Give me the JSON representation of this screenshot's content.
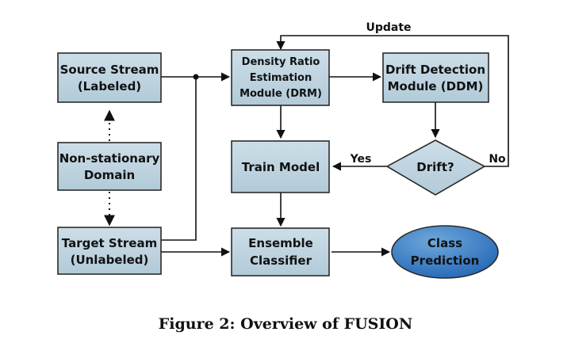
{
  "colors": {
    "box_fill_light": "#ccdee8",
    "box_fill_dark": "#b2cad8",
    "ellipse_fill_light": "#6ea8dc",
    "ellipse_fill_dark": "#2063b4",
    "stroke": "#2b2b2b"
  },
  "nodes": {
    "source": {
      "line1": "Source Stream",
      "line2": "(Labeled)"
    },
    "domain": {
      "line1": "Non-stationary",
      "line2": "Domain"
    },
    "target": {
      "line1": "Target Stream",
      "line2": "(Unlabeled)"
    },
    "drm": {
      "line1": "Density Ratio",
      "line2": "Estimation",
      "line3": "Module (DRM)"
    },
    "ddm": {
      "line1": "Drift Detection",
      "line2": "Module (DDM)"
    },
    "train": {
      "label": "Train Model"
    },
    "drift": {
      "label": "Drift?"
    },
    "ensemble": {
      "line1": "Ensemble",
      "line2": "Classifier"
    },
    "prediction": {
      "line1": "Class",
      "line2": "Prediction"
    }
  },
  "edges": {
    "update": "Update",
    "yes": "Yes",
    "no": "No"
  },
  "caption": "Figure 2: Overview of FUSION"
}
